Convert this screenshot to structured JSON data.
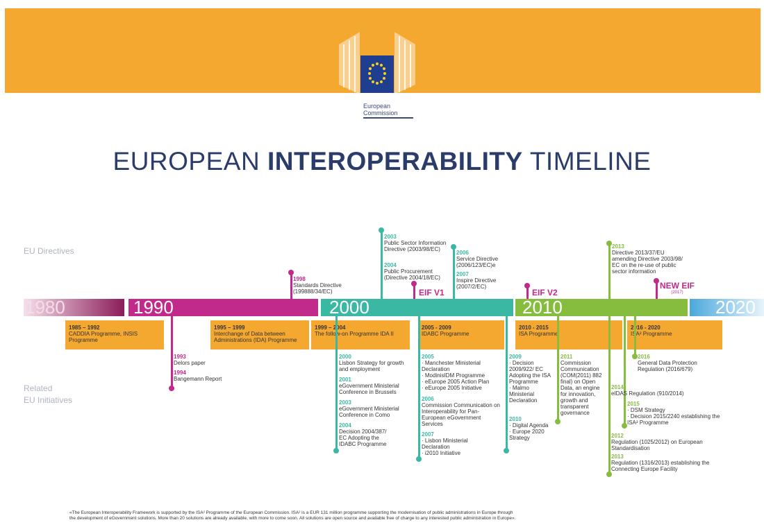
{
  "header": {
    "logo_text_1": "European",
    "logo_text_2": "Commission",
    "brand_color": "#f5a830"
  },
  "title": {
    "part1": "EUROPEAN ",
    "part2": "INTEROPERABILITY",
    "part3": " TIMELINE"
  },
  "row_labels": {
    "directives": "EU Directives",
    "initiatives_1": "Related",
    "initiatives_2": "EU Initiatives"
  },
  "decades": [
    "1980",
    "1990",
    "2000",
    "2010",
    "2020"
  ],
  "colors": {
    "1980": "#8c1c5a",
    "1990": "#c1298a",
    "2000": "#3bb8a4",
    "2010": "#86bd3f",
    "2020": "#4aa8dc",
    "orange": "#f5a830"
  },
  "programmes": [
    {
      "years": "1985 – 1992",
      "name": "CADDIA Programme, INSIS Programme"
    },
    {
      "years": "1995 – 1999",
      "name": "Interchange of Data between Administrations (IDA) Programme"
    },
    {
      "years": "1999 – 2004",
      "name": "The follow-on Programme IDA II"
    },
    {
      "years": "2005 - 2009",
      "name": "IDABC Programme"
    },
    {
      "years": "2010 - 2015",
      "name": "ISA Programme"
    },
    {
      "years": "2016 - 2020",
      "name": "ISA² Programme"
    }
  ],
  "directives": {
    "d1998": {
      "year": "1998",
      "text": "Standards Directive (199888/34/EC)"
    },
    "d2003": {
      "year": "2003",
      "text": "Public Sector Information Directive (2003/98/EC)"
    },
    "d2004": {
      "year": "2004",
      "text": "Public Procurement (Directive 2004/18/EC)"
    },
    "d2006": {
      "year": "2006",
      "text": "Service Directive (2006/123/EC)e"
    },
    "d2007": {
      "year": "2007",
      "text": "Inspire Directive (2007/2/EC)"
    },
    "d2013": {
      "year": "2013",
      "text": "Directive 2013/37/EU amending Directive 2003/98/ EC on the re-use of public sector information"
    }
  },
  "eif": {
    "v1": "EIF V1",
    "v2": "EIF V2",
    "new": "NEW EIF",
    "new_year": "(2017)"
  },
  "initiatives": {
    "i1993": {
      "year": "1993",
      "text": "Delors paper"
    },
    "i1994": {
      "year": "1994",
      "text": "Bangemann Report"
    },
    "i2000": {
      "year": "2000",
      "text": "Lisbon Strategy for growth and employment"
    },
    "i2001": {
      "year": "2001",
      "text": "eGovernment Ministerial Conference in Brussels"
    },
    "i2003": {
      "year": "2003",
      "text": "eGovernment Ministerial Conference in Como"
    },
    "i2004": {
      "year": "2004",
      "text": "Decision 2004/387/ EC Adopting the IDABC Programme"
    },
    "i2005": {
      "year": "2005",
      "items": [
        "Manchester Ministerial Declaration",
        "ModinisIDM Programme",
        "eEurope 2005 Action Plan",
        "eEurope 2005 Initiative"
      ]
    },
    "i2006": {
      "year": "2006",
      "text": "Commission Communication on Interoperability for Pan-European eGovernment Services"
    },
    "i2007": {
      "year": "2007",
      "items": [
        "Lisbon Ministerial Declaration",
        "i2010 Initiative"
      ]
    },
    "i2009": {
      "year": "2009",
      "items": [
        "Decision 2009/922/ EC Adopting the ISA Programme",
        "Malmo Ministerial Declaration"
      ]
    },
    "i2010": {
      "year": "2010",
      "items": [
        "Digital Agenda",
        "Europe 2020 Strategy"
      ]
    },
    "i2011": {
      "year": "2011",
      "text": "Commission Communication (COM(2011) 882 final) on Open Data, an engine for innovation, growth and transparent governance"
    },
    "i2016": {
      "year": "2016",
      "text": "General Data Protection Regulation (2016/679)"
    },
    "i2014": {
      "year": "2014",
      "text": "eIDAS Regulation (910/2014)"
    },
    "i2015": {
      "year": "2015",
      "items": [
        "DSM Strategy",
        "Decision 2015/2240 establishing the ISA² Programme"
      ]
    },
    "i2012": {
      "year": "2012",
      "text": "Regulation (1025/2012) on European Standardisation"
    },
    "i2013": {
      "year": "2013",
      "text": "Regulation (1316/2013) establishing the Connecting Europe Facility"
    }
  },
  "footer": {
    "line1": "«The European Interoperability Framework is supported by the ISA² Programme of the European Commission. ISA² is a EUR 131 million programme supporting the modernisation of public administrations in Europe through",
    "line2": "the development of eGovernment solutions. More than 20 solutions are already available, with more to come soon. All solutions are open source and available free of charge to any interested public administration in Europe»."
  }
}
